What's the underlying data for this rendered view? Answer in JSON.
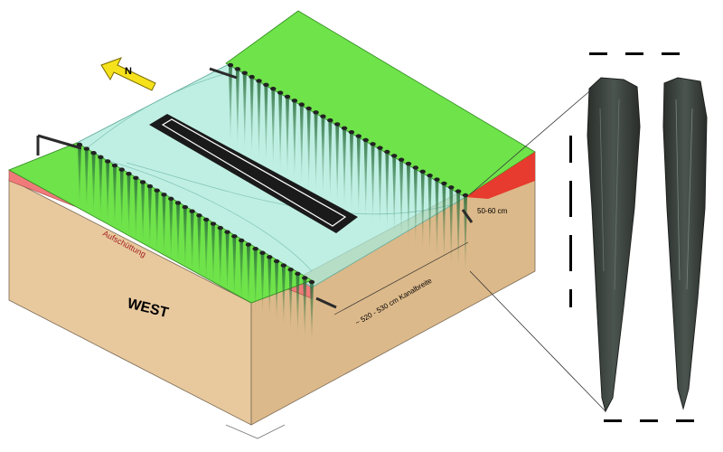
{
  "labels": {
    "west": "WEST",
    "fill_layer": "Aufschüttung",
    "north": "N",
    "pile_spacing": "50-60 cm",
    "canal_width": "~ 520 - 530 cm Kanalbreite"
  },
  "colors": {
    "grass": "#6fe34a",
    "earth_front": "#e8c99e",
    "earth_side": "#dcb98a",
    "fill_layer": "#f07a7a",
    "water": "#a9e9d9",
    "boat": "#1a1a1a",
    "arrow": "#f5e21c",
    "red_strip": "#e63b2e"
  }
}
